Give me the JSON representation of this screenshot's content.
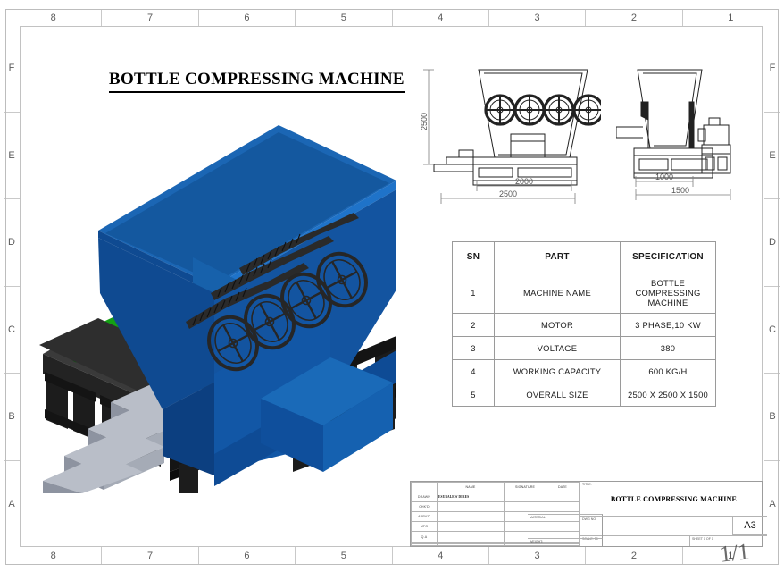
{
  "sheet": {
    "main_title": "BOTTLE COMPRESSING MACHINE",
    "zones_horizontal": [
      "8",
      "7",
      "6",
      "5",
      "4",
      "3",
      "2",
      "1"
    ],
    "zones_vertical": [
      "F",
      "E",
      "D",
      "C",
      "B",
      "A"
    ],
    "hand_mark": "1/1"
  },
  "views": {
    "front": {
      "name": "front-elevation",
      "dim_height": "2500",
      "dim_inner_width": "2000",
      "dim_outer_width": "2500",
      "wheel_count": 4
    },
    "side": {
      "name": "side-elevation",
      "dim_inner_width": "1000",
      "dim_outer_width": "1500"
    }
  },
  "spec_table": {
    "headers": [
      "SN",
      "PART",
      "SPECIFICATION"
    ],
    "rows": [
      {
        "sn": "1",
        "part": "MACHINE NAME",
        "spec": "BOTTLE COMPRESSING MACHINE"
      },
      {
        "sn": "2",
        "part": "MOTOR",
        "spec": "3 PHASE,10 KW"
      },
      {
        "sn": "3",
        "part": "VOLTAGE",
        "spec": "380"
      },
      {
        "sn": "4",
        "part": "WORKING CAPACITY",
        "spec": "600 KG/H"
      },
      {
        "sn": "5",
        "part": "OVERALL SIZE",
        "spec": "2500 X 2500 X 1500"
      }
    ]
  },
  "title_block": {
    "col_name": "NAME",
    "col_signature": "SIGNATURE",
    "col_date": "DATE",
    "rows": [
      {
        "label": "DRAWN",
        "name": "ESUBALEW DIRES",
        "signature": "",
        "date": ""
      },
      {
        "label": "CHK'D",
        "name": "",
        "signature": "",
        "date": ""
      },
      {
        "label": "APPV'D",
        "name": "",
        "signature": "",
        "date": ""
      },
      {
        "label": "MFG",
        "name": "",
        "signature": "",
        "date": ""
      },
      {
        "label": "Q.A",
        "name": "",
        "signature": "",
        "date": ""
      }
    ],
    "title_label": "TITLE:",
    "title_value": "BOTTLE COMPRESSING MACHINE",
    "material_label": "MATERIAL:",
    "weight_label": "WEIGHT:",
    "dwg_no_label": "DWG NO.",
    "scale_label": "SCALE: 50",
    "sheet_label": "SHEET 1 OF 1",
    "paper_size": "A3"
  },
  "colors": {
    "hopper_front": "#1354a0",
    "hopper_inner": "#1860a8",
    "hopper_top": "#1e6fc0",
    "motor_green": "#1b9e1b",
    "frame_black": "#1c1c1c",
    "stairs_gray": "#a8adb8",
    "line_gray": "#9a9a9a"
  }
}
